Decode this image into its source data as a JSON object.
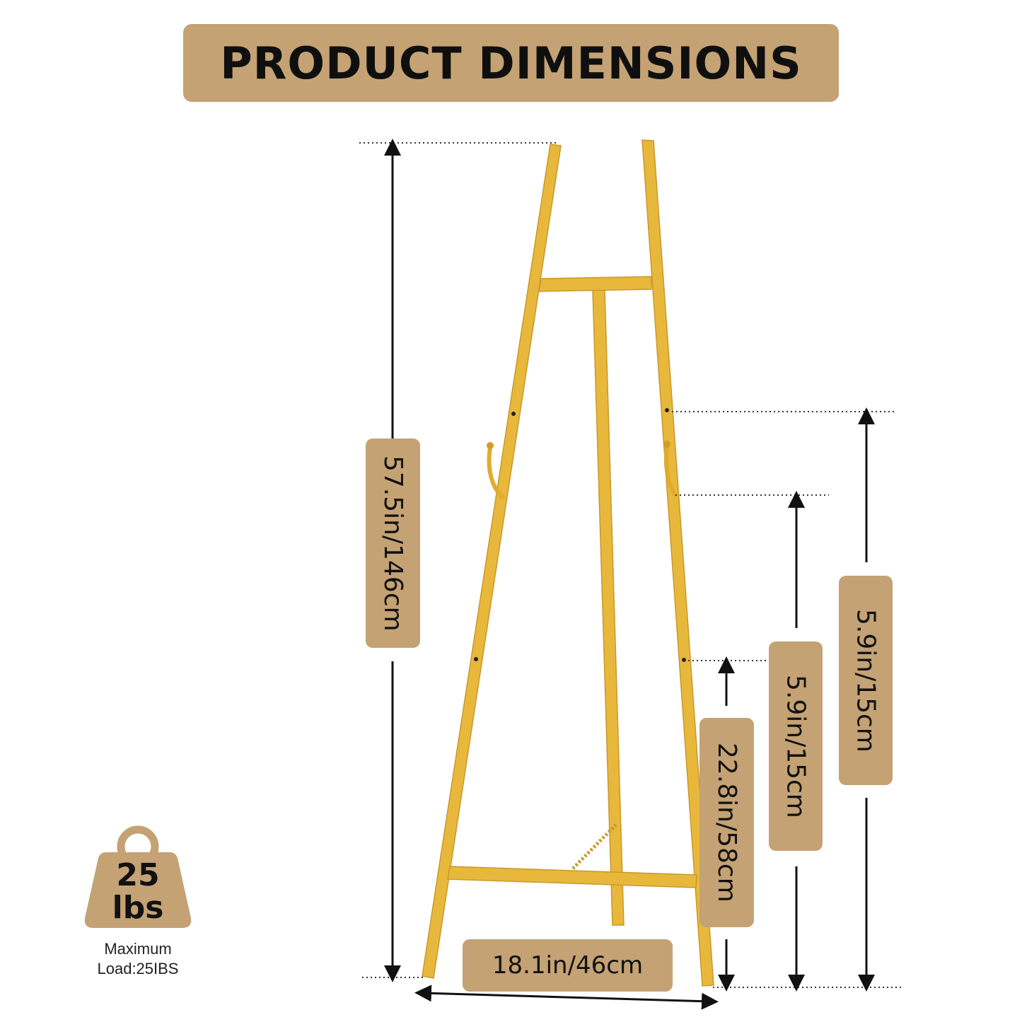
{
  "title": "PRODUCT DIMENSIONS",
  "dimensions": {
    "total_height": "57.5in/146cm",
    "width": "18.1in/46cm",
    "hook_to_bottom": "22.8in/58cm",
    "hook_spacing_1": "5.9in/15cm",
    "hook_spacing_2": "5.9in/15cm"
  },
  "weight": {
    "value": "25",
    "unit": "lbs",
    "caption_line1": "Maximum",
    "caption_line2": "Load:25IBS"
  },
  "colors": {
    "banner": "#c4a274",
    "easel": "#e8b83c",
    "easel_shade": "#d19f24"
  },
  "icons": [
    "weight-icon",
    "easel-illustration"
  ]
}
